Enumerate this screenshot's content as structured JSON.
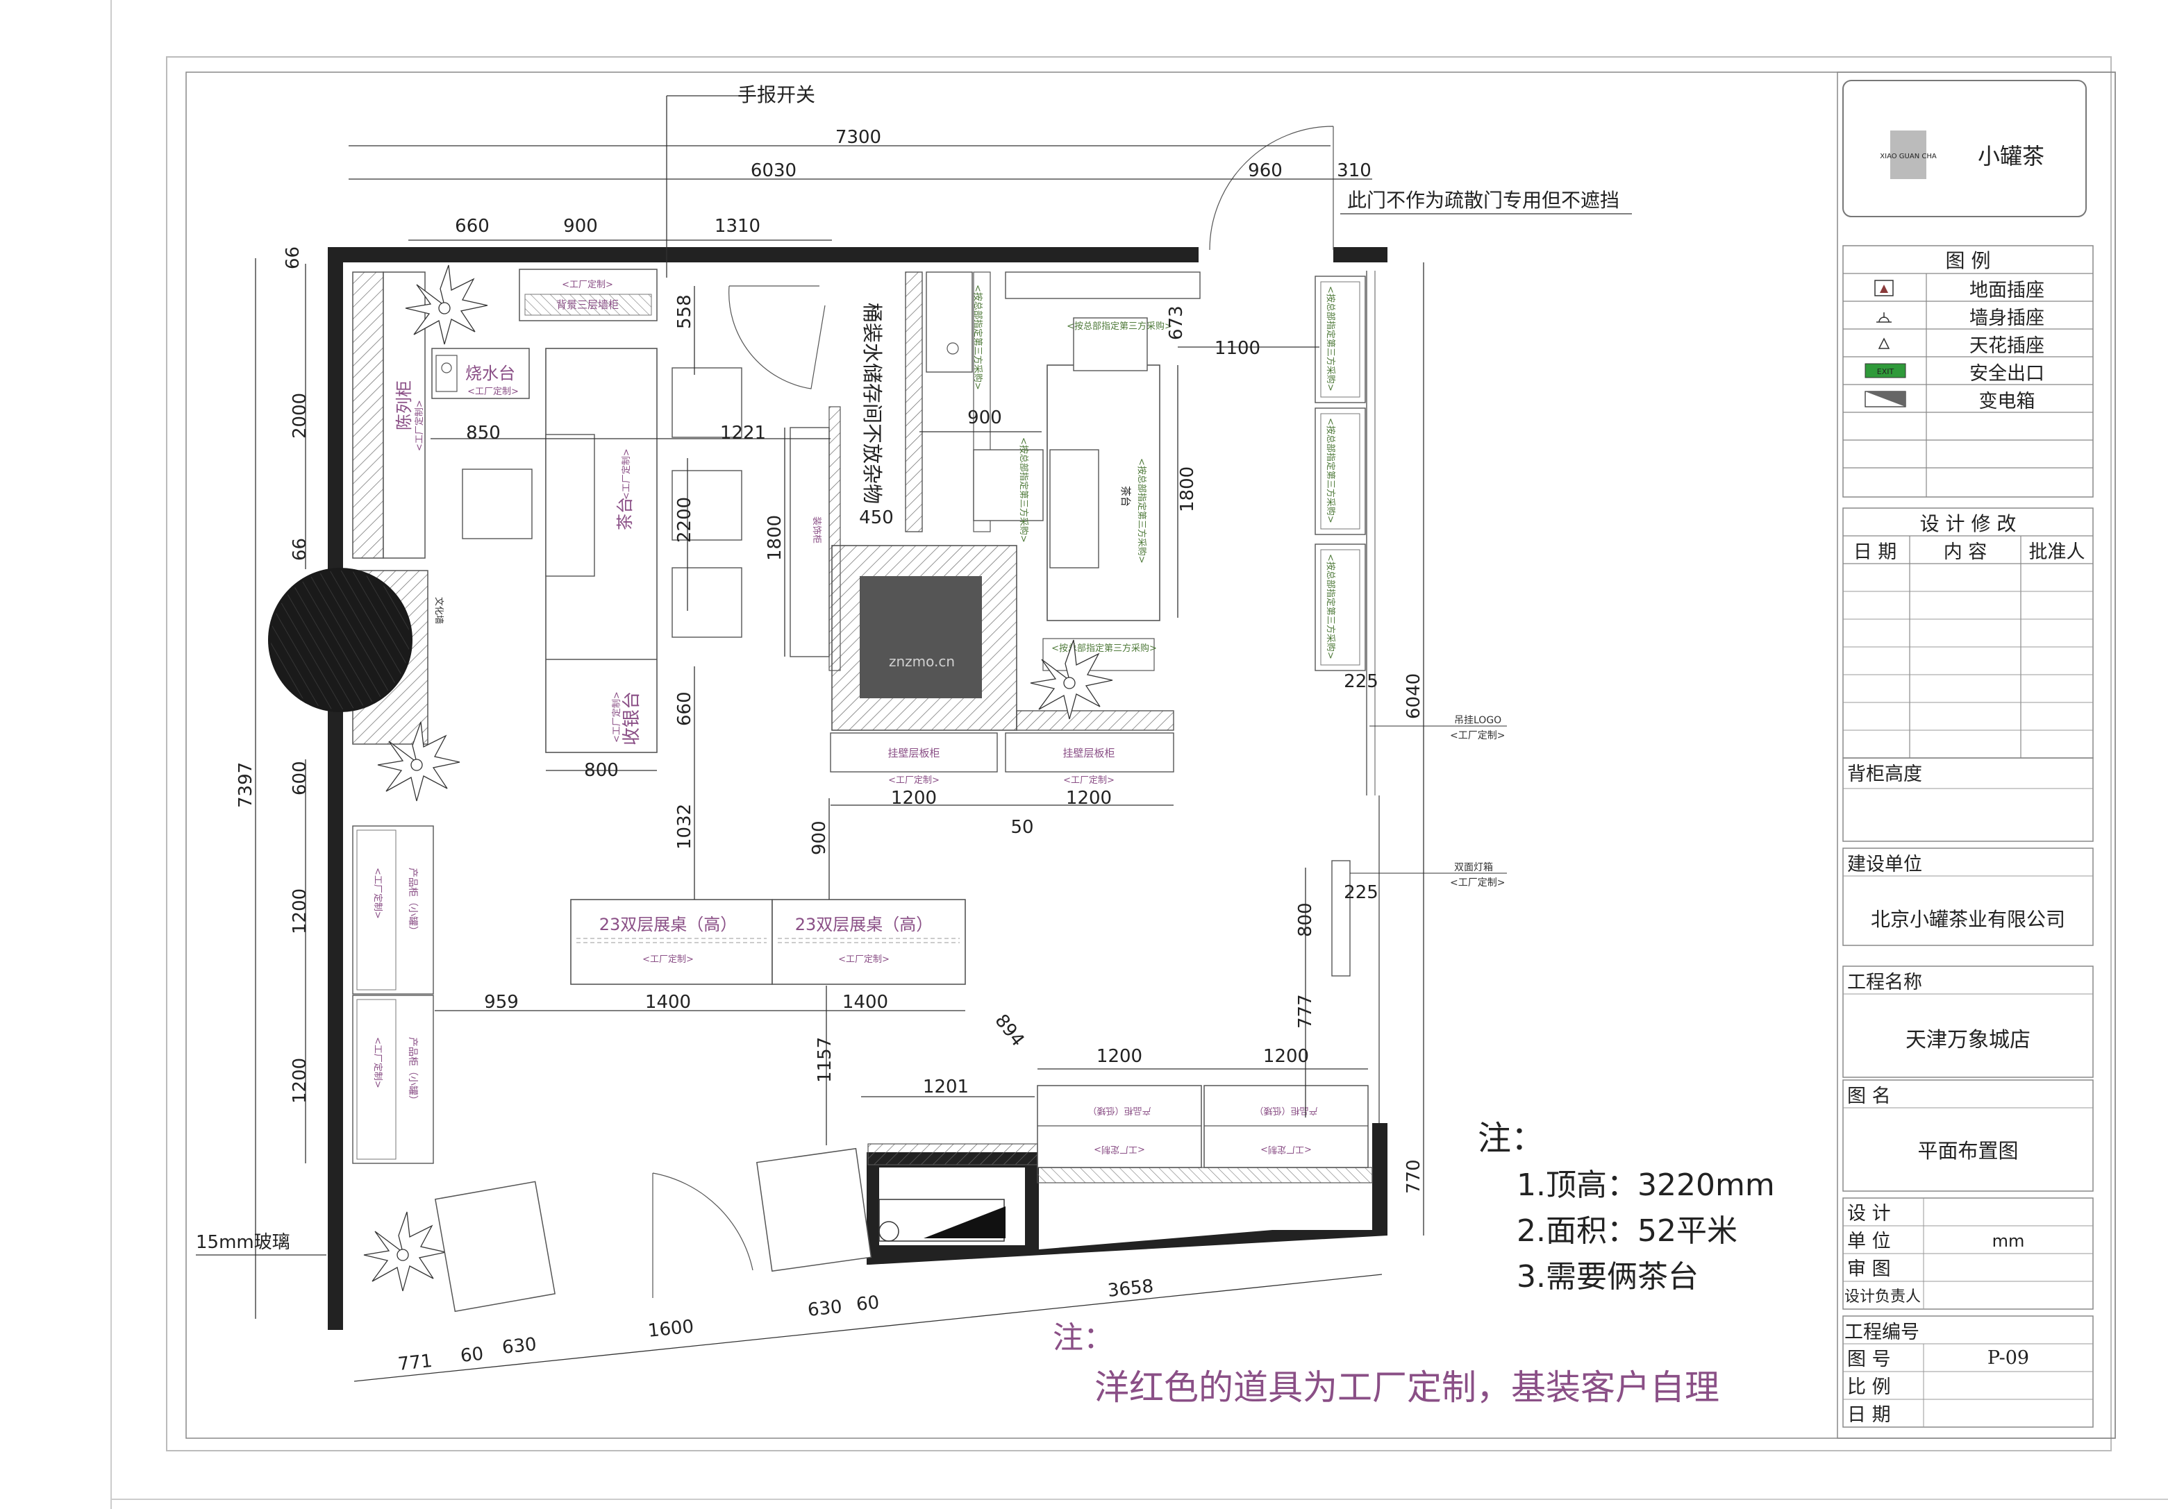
{
  "title_block": {
    "brand_logo_text": "XIAO GUAN CHA",
    "brand_name": "小罐茶",
    "legend_header": "图  例",
    "legend_items": [
      "地面插座",
      "墙身插座",
      "天花插座",
      "安全出口",
      "变电箱"
    ],
    "exit_sign_text": "EXIT",
    "revision_header": "设 计 修 改",
    "revision_columns": [
      "日 期",
      "内 容",
      "批准人"
    ],
    "cabinet_height_label": "背柜高度",
    "client_label": "建设单位",
    "client_value": "北京小罐茶业有限公司",
    "project_label": "工程名称",
    "project_value": "天津万象城店",
    "drawing_label": "图    名",
    "drawing_value": "平面布置图",
    "design_label": "设    计",
    "unit_label": "单    位",
    "unit_value": "mm",
    "review_label": "审    图",
    "design_lead_label": "设计负责人",
    "project_no_label": "工程编号",
    "drawing_no_label": "图    号",
    "drawing_no_value": "P-09",
    "scale_label": "比    例",
    "date_label": "日    期"
  },
  "notes": {
    "note1_title": "注：",
    "note1_lines": [
      "1.顶高：3220mm",
      "2.面积：52平米",
      "3.需要俩茶台"
    ],
    "note2_title": "注：",
    "note2_text": "洋红色的道具为工厂定制，基装客户自理"
  },
  "annotations": {
    "manual_switch": "手报开关",
    "door_note": "此门不作为疏散门专用但不遮挡",
    "glass": "15mm玻璃",
    "barrel_water": "桶装水储存间不放杂物",
    "hanging_logo": "吊挂LOGO",
    "double_lightbox": "双面灯箱",
    "factory_custom": "<工厂定制>",
    "third_party": "<按总部指定第三方采购>",
    "watermark": "znzmo.cn"
  },
  "fixtures": {
    "display_cabinet": "陈列柜",
    "kettle_table": "烧水台",
    "tea_table": "茶台",
    "cashier": "收银台",
    "back_cabinet": "背景三层墙柜",
    "display_table_1": "23双层展桌（高）",
    "display_table_2": "23双层展桌（高）",
    "wall_shelf_1": "挂壁层板柜",
    "wall_shelf_2": "挂壁层板柜",
    "product_cabinet_1": "产品柜（小罐）",
    "product_cabinet_2": "产品柜（小罐）",
    "culture_wall": "文化墙",
    "side_cabinet": "装饰柜",
    "tea_table_right": "茶台",
    "product_cabinet_low_1": "产品柜（低矮）",
    "product_cabinet_low_2": "产品柜（低矮）"
  },
  "dimensions": {
    "top_total": "7300",
    "top_6030": "6030",
    "top_960": "960",
    "top_310": "310",
    "seg_660": "660",
    "seg_900": "900",
    "seg_1310": "1310",
    "left_66a": "66",
    "left_2000": "2000",
    "left_66b": "66",
    "left_7397": "7397",
    "left_600": "600",
    "left_1200a": "1200",
    "left_1200b": "1200",
    "d558": "558",
    "d850": "850",
    "d1221": "1221",
    "d2200": "2200",
    "d660": "660",
    "d800": "800",
    "d1800a": "1800",
    "d450": "450",
    "d900a": "900",
    "d673": "673",
    "d1100": "1100",
    "d1800b": "1800",
    "d1032": "1032",
    "d900b": "900",
    "d1200a": "1200",
    "d1200b": "1200",
    "d50": "50",
    "d225a": "225",
    "d6040": "6040",
    "d225b": "225",
    "d800b": "800",
    "d777": "777",
    "d959": "959",
    "d1400a": "1400",
    "d1400b": "1400",
    "d894": "894",
    "d1157": "1157",
    "d1201": "1201",
    "d1200c": "1200",
    "d1200d": "1200",
    "d770": "770",
    "bottom_771": "771",
    "bottom_60a": "60",
    "bottom_630a": "630",
    "bottom_1600": "1600",
    "bottom_630b": "630",
    "bottom_60b": "60",
    "bottom_3658": "3658"
  }
}
